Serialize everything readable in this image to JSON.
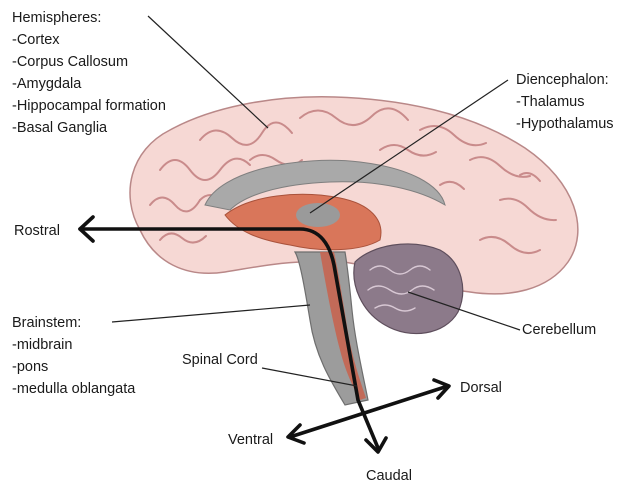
{
  "hemispheres": {
    "title": "Hemispheres:",
    "items": [
      "-Cortex",
      "-Corpus Callosum",
      "-Amygdala",
      "-Hippocampal formation",
      "-Basal Ganglia"
    ]
  },
  "diencephalon": {
    "title": "Diencephalon:",
    "items": [
      "-Thalamus",
      "-Hypothalamus"
    ]
  },
  "brainstem": {
    "title": "Brainstem:",
    "items": [
      "-midbrain",
      "-pons",
      "-medulla oblangata"
    ]
  },
  "labels": {
    "rostral": "Rostral",
    "caudal": "Caudal",
    "dorsal": "Dorsal",
    "ventral": "Ventral",
    "cerebellum": "Cerebellum",
    "spinal_cord": "Spinal Cord"
  },
  "colors": {
    "cortex": "#f6d8d4",
    "gyrus_line": "#c98b8b",
    "corpus_callosum": "#a9a9a9",
    "thalamus": "#d9765a",
    "cerebellum": "#8c7a8a",
    "brainstem": "#9c9c9c"
  }
}
